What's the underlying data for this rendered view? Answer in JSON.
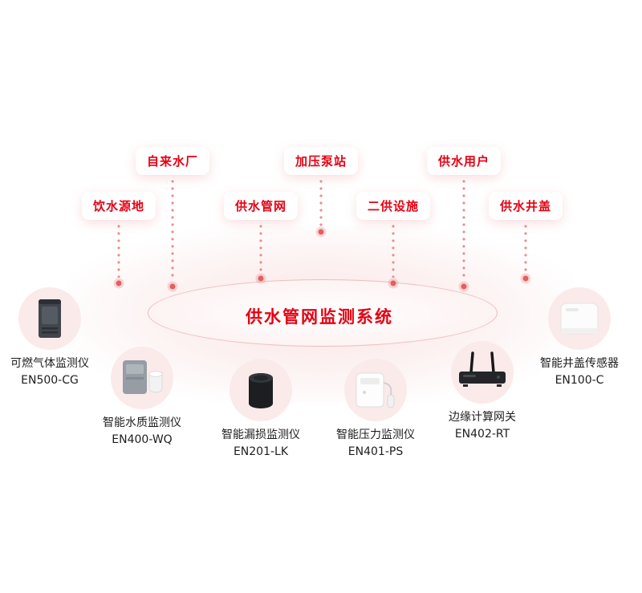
{
  "title": "供水管网监测系统",
  "top_labels": [
    {
      "text": "自来水厂"
    },
    {
      "text": "加压泵站"
    },
    {
      "text": "供水用户"
    },
    {
      "text": "饮水源地"
    },
    {
      "text": "供水管网"
    },
    {
      "text": "二供设施"
    },
    {
      "text": "供水井盖"
    }
  ],
  "devices": [
    {
      "name": "可燃气体监测仪",
      "model": "EN500-CG",
      "icon": "gas-detector-icon"
    },
    {
      "name": "智能水质监测仪",
      "model": "EN400-WQ",
      "icon": "water-quality-monitor-icon"
    },
    {
      "name": "智能漏损监测仪",
      "model": "EN201-LK",
      "icon": "leak-monitor-icon"
    },
    {
      "name": "智能压力监测仪",
      "model": "EN401-PS",
      "icon": "pressure-monitor-icon"
    },
    {
      "name": "边缘计算网关",
      "model": "EN402-RT",
      "icon": "edge-gateway-icon"
    },
    {
      "name": "智能井盖传感器",
      "model": "EN100-C",
      "icon": "manhole-cover-sensor-icon"
    }
  ],
  "colors": {
    "accent_red": "#e60012",
    "connector_dot": "#ec8c8c",
    "device_circle_pink": "#fbeaea",
    "caption_text": "#1e1e1e"
  }
}
